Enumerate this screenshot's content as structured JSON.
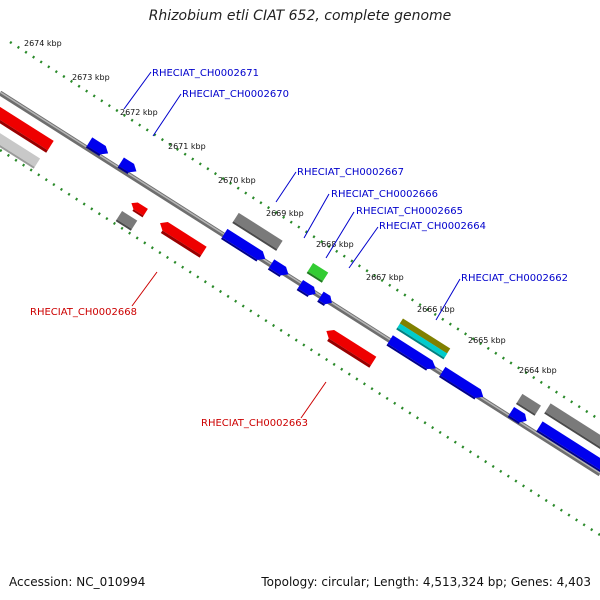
{
  "title": "Rhizobium etli CIAT 652, complete genome",
  "footer": {
    "accession": "Accession: NC_010994",
    "summary": "Topology: circular; Length: 4,513,324 bp; Genes: 4,403"
  },
  "ticks": [
    "2674 kbp",
    "2673 kbp",
    "2672 kbp",
    "2671 kbp",
    "2670 kbp",
    "2669 kbp",
    "2668 kbp",
    "2667 kbp",
    "2666 kbp",
    "2665 kbp",
    "2664 kbp"
  ],
  "gene_labels": {
    "top": [
      "RHECIAT_CH0002671",
      "RHECIAT_CH0002670",
      "RHECIAT_CH0002667",
      "RHECIAT_CH0002666",
      "RHECIAT_CH0002665",
      "RHECIAT_CH0002664",
      "RHECIAT_CH0002662"
    ],
    "bottom": [
      "RHECIAT_CH0002668",
      "RHECIAT_CH0002663"
    ]
  },
  "colors": {
    "forward": "#0000ee",
    "reverse": "#ee0000",
    "rna": "#808080",
    "backbone": "#7a7a7a",
    "tick": "#2a8a2a",
    "label_blue": "#0000cc",
    "label_red": "#cc0000"
  }
}
